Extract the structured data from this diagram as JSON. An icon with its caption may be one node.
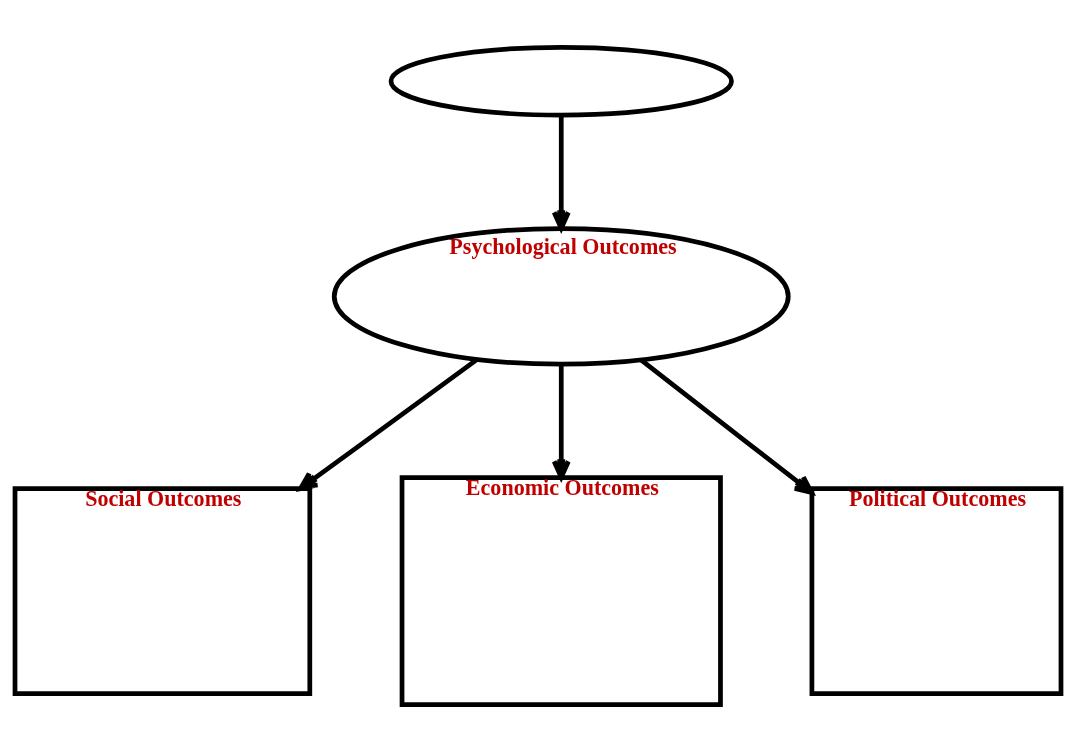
{
  "diagram": {
    "nodes": [
      {
        "text": [],
        "shape": "ellipse"
      },
      {
        "text": [
          "Psychological Outcomes"
        ]
      },
      {
        "text": [
          "Social Outcomes"
        ]
      },
      {
        "text": [
          "Economic Outcomes"
        ]
      },
      {
        "text": [
          "Political Outcomes"
        ]
      }
    ],
    "edges": [
      {
        "from": 0,
        "to": 1,
        "arrow": "to"
      },
      {
        "from": 1,
        "to": 2,
        "arrow": "to"
      },
      {
        "from": 1,
        "to": 3,
        "arrow": "to"
      },
      {
        "from": 1,
        "to": 4,
        "arrow": "to"
      }
    ]
  }
}
